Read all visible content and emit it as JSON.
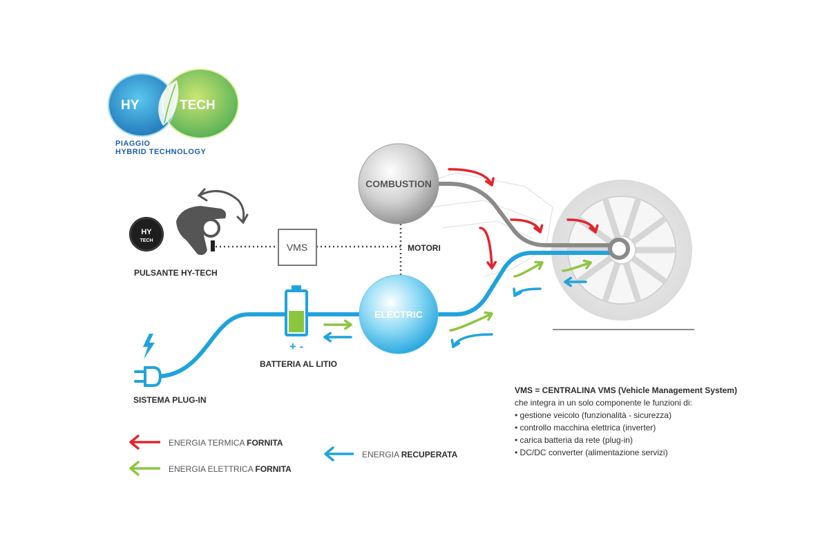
{
  "logo": {
    "word_left": "HY",
    "word_right": "TECH",
    "tagline_1": "PIAGGIO",
    "tagline_2": "HYBRID TECHNOLOGY"
  },
  "button_badge": {
    "line1": "HY",
    "line2": "TECH"
  },
  "labels": {
    "pulsante": "PULSANTE HY-TECH",
    "vms_box": "VMS",
    "motori": "MOTORI",
    "combustion": "COMBUSTION",
    "electric": "ELECTRIC",
    "battery_signs": "+ -",
    "batteria": "BATTERIA AL LITIO",
    "plugin": "SISTEMA PLUG-IN"
  },
  "legend": {
    "thermal": {
      "prefix": "ENERGIA TERMICA ",
      "strong": "FORNITA",
      "color": "#e3242b"
    },
    "electric": {
      "prefix": "ENERGIA ELETTRICA ",
      "strong": "FORNITA",
      "color": "#8cc63f"
    },
    "recovered": {
      "prefix": "ENERGIA ",
      "strong": "RECUPERATA",
      "color": "#1fa3dc"
    }
  },
  "info": {
    "title": "VMS = CENTRALINA VMS (Vehicle Management System)",
    "intro": "che integra in un solo componente le funzioni di:",
    "items": [
      "• gestione veicolo (funzionalità - sicurezza)",
      "• controllo macchina elettrica (inverter)",
      "• carica batteria da rete (plug-in)",
      "• DC/DC converter (alimentazione servizi)"
    ]
  },
  "colors": {
    "blue": "#1fa3dc",
    "green": "#8cc63f",
    "red": "#e3242b",
    "grey": "#8a8a8a"
  },
  "icons": [
    "leaf-icon",
    "hand-button-icon",
    "rotate-arrow-icon",
    "battery-icon",
    "lightning-icon",
    "plug-icon",
    "wheel-icon"
  ]
}
